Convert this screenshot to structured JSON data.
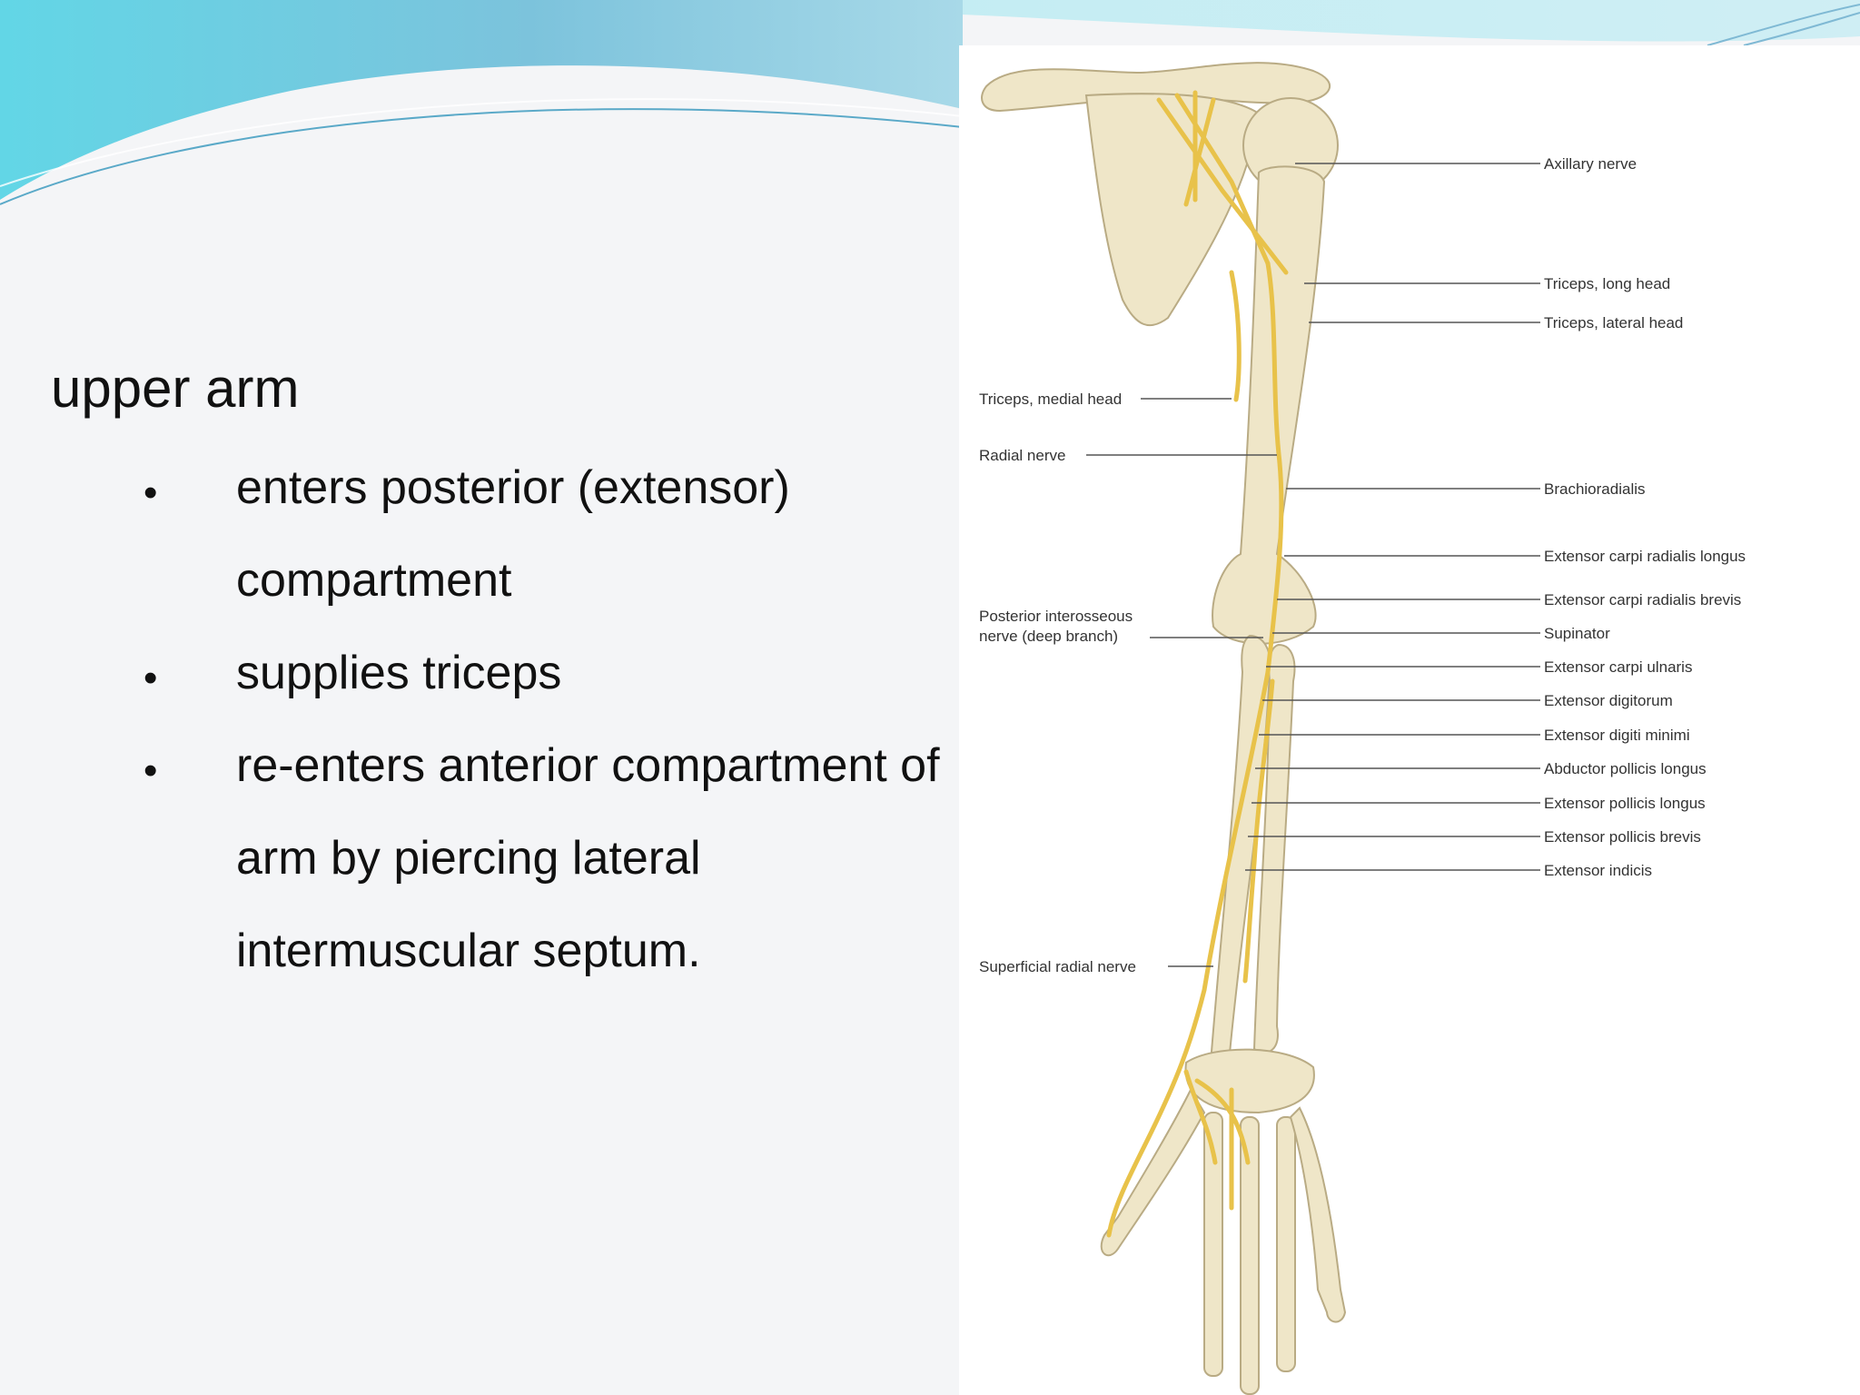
{
  "slide": {
    "heading": "upper arm",
    "bullets": [
      {
        "lines": [
          "enters posterior (extensor)",
          "compartment"
        ]
      },
      {
        "lines": [
          "supplies triceps"
        ]
      },
      {
        "lines": [
          "re-enters anterior compartment of",
          "arm by piercing lateral",
          "intermuscular septum."
        ]
      }
    ],
    "bullet_glyph": "•"
  },
  "figure": {
    "labels_right": [
      "Axillary nerve",
      "Triceps, long head",
      "Triceps, lateral head",
      "Brachioradialis",
      "Extensor carpi radialis longus",
      "Extensor carpi radialis brevis",
      "Supinator",
      "Extensor carpi ulnaris",
      "Extensor digitorum",
      "Extensor digiti minimi",
      "Abductor pollicis longus",
      "Extensor pollicis longus",
      "Extensor pollicis brevis",
      "Extensor indicis"
    ],
    "labels_left": [
      {
        "lines": [
          "Triceps, medial head"
        ]
      },
      {
        "lines": [
          "Radial nerve"
        ]
      },
      {
        "lines": [
          "Posterior interosseous",
          "nerve  (deep branch)"
        ]
      },
      {
        "lines": [
          "Superficial radial nerve"
        ]
      }
    ]
  },
  "colors": {
    "nerve": "#e8c24a",
    "bone": "#efe6c8",
    "bone_outline": "#b9ab84",
    "banner_dark": "#6fc6d8",
    "banner_light": "#bfe7ef"
  }
}
